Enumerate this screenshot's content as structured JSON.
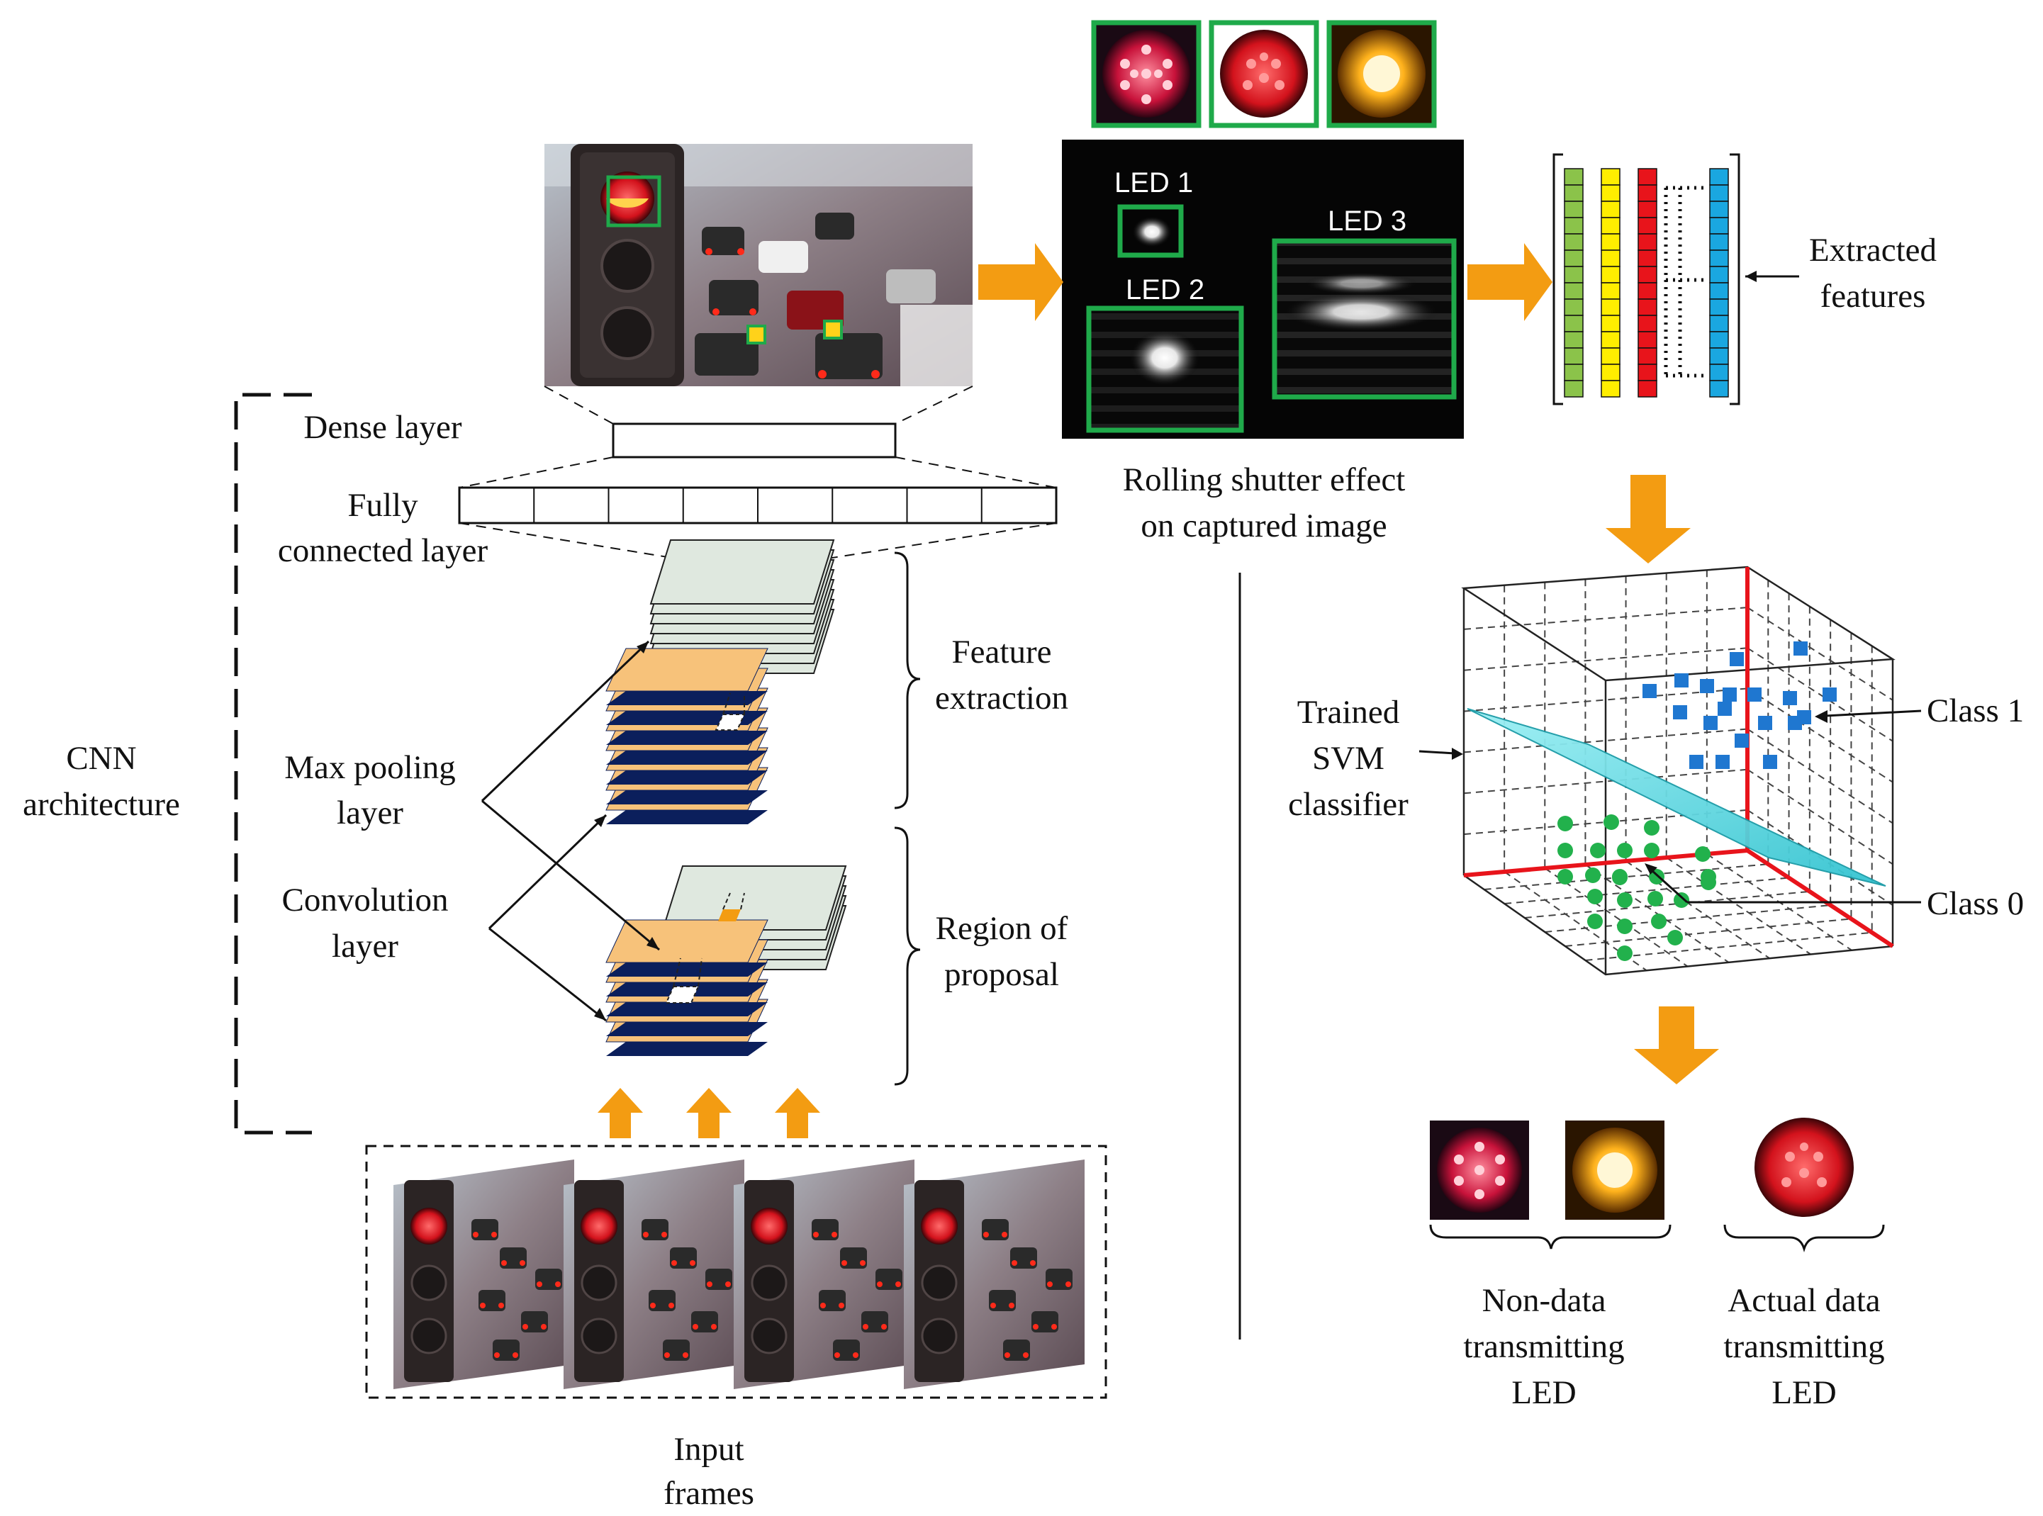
{
  "labels": {
    "dense_layer": "Dense layer",
    "fully_connected": [
      "Fully",
      "connected layer"
    ],
    "cnn_architecture": [
      "CNN",
      "architecture"
    ],
    "max_pooling": [
      "Max pooling",
      "layer"
    ],
    "convolution": [
      "Convolution",
      "layer"
    ],
    "feature_extraction": [
      "Feature",
      "extraction"
    ],
    "region_of_proposal": [
      "Region of",
      "proposal"
    ],
    "input_frames": [
      "Input",
      "frames"
    ],
    "rolling_shutter": [
      "Rolling shutter effect",
      "on captured image"
    ],
    "extracted_features": [
      "Extracted",
      "features"
    ],
    "trained_svm": [
      "Trained",
      "SVM",
      "classifier"
    ],
    "class_1": "Class 1",
    "class_0": "Class 0",
    "non_data": [
      "Non-data",
      "transmitting",
      "LED"
    ],
    "actual_data": [
      "Actual data",
      "transmitting",
      "LED"
    ]
  },
  "led_labels": [
    "LED 1",
    "LED 2",
    "LED 3"
  ],
  "feature_vector_colors": [
    "#8bc34a",
    "#ffee00",
    "#e8141b",
    "#1aa7e0"
  ],
  "colors": {
    "arrow": "#f39c12",
    "conv_layer": "#f7c27a",
    "conv_layer_edge": "#0b1f5c",
    "pool_layer": "#dfe8df",
    "highlight_box": "#1faa4a",
    "hyperplane": "#4fd6e0",
    "class_1_marker": "#1f77d0",
    "class_0_marker": "#22b14c",
    "axis_red": "#e8141b"
  }
}
